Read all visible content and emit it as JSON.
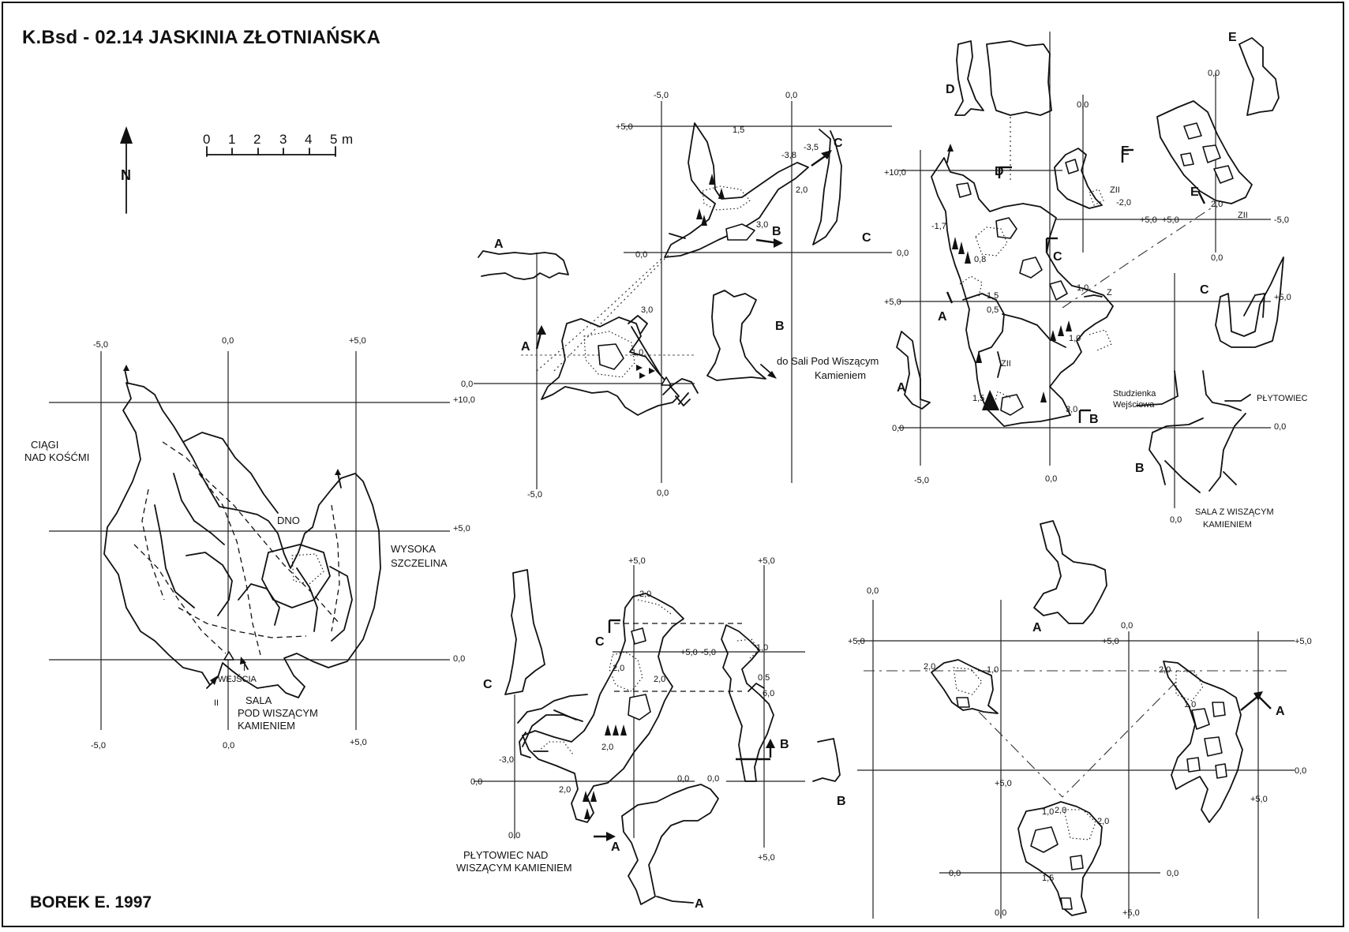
{
  "title": "K.Bsd - 02.14  JASKINIA ZŁOTNIAŃSKA",
  "author": "BOREK E. 1997",
  "north_arrow": {
    "letter": "N"
  },
  "scale_bar": {
    "ticks": [
      "0",
      "1",
      "2",
      "3",
      "4",
      "5"
    ],
    "unit": "m"
  },
  "overview_plan": {
    "grid_labels": {
      "top": [
        "-5,0",
        "0,0",
        "+5,0"
      ],
      "bottom": [
        "-5,0",
        "0,0",
        "+5,0"
      ],
      "right": [
        "+10,0",
        "+5,0",
        "0,0"
      ]
    },
    "place_names": {
      "ciagi_1": "CIĄGI",
      "ciagi_2": "NAD KOŚĆMI",
      "dno": "DNO",
      "wysoka_1": "WYSOKA",
      "wysoka_2": "SZCZELINA",
      "sala_1": "SALA",
      "sala_2": "POD WISZĄCYM",
      "sala_3": "KAMIENIEM",
      "entrance_1": "I",
      "entrance_label": "WEJŚCIA",
      "entrance_2": "II"
    }
  },
  "section_entrance": {
    "grid_labels": [
      "-5,0",
      "0,0",
      "+5,0",
      "0,0",
      "0,0",
      "-5,0",
      "0,0",
      "0,0"
    ],
    "depths": [
      "1,5",
      "-3,8",
      "-3,5",
      "2,0",
      "3,0",
      "3,0",
      "1,0"
    ],
    "section_letters": [
      "A",
      "B",
      "C",
      "A",
      "B",
      "C"
    ],
    "note_1": "do Sali Pod Wiszącym",
    "note_2": "Kamieniem"
  },
  "section_northeast": {
    "grid_labels": [
      "0,0",
      "0,0",
      "0,0",
      "+10,0",
      "+5,0",
      "+5,0",
      "+5,0",
      "-5,0",
      "0,0",
      "0,0",
      "-5,0",
      "0,0",
      "0,0",
      "+5,0"
    ],
    "depths": [
      "-1,7",
      "0,8",
      "1,5",
      "0,5",
      "1,0",
      "1,5",
      "1,0",
      "3,0",
      "-2,0",
      "2,0"
    ],
    "markers": [
      "ZII",
      "ZII",
      "Z",
      "ZII"
    ],
    "section_letters": [
      "D",
      "E",
      "D",
      "E",
      "E",
      "C",
      "A",
      "C",
      "A",
      "B",
      "B"
    ],
    "studzienka_1": "Studzienka",
    "studzienka_2": "Wejściowa",
    "plytowiec": "PŁYTOWIEC",
    "sala_1": "SALA Z WISZĄCYM",
    "sala_2": "KAMIENIEM"
  },
  "section_south": {
    "grid_labels": [
      "+5,0",
      "+5,0",
      "+5,0",
      "-5,0",
      "0,0",
      "0,0",
      "0,0",
      "0,0",
      "+5,0"
    ],
    "depths": [
      "2,0",
      "2,0",
      "2,0",
      "2,0",
      "-3,0",
      "2,0",
      "1,0",
      "0,5",
      "6,0"
    ],
    "section_letters": [
      "C",
      "C",
      "A",
      "A",
      "B",
      "B"
    ],
    "plytowiec_1": "PŁYTOWIEC NAD",
    "plytowiec_2": "WISZĄCYM KAMIENIEM"
  },
  "section_southeast": {
    "grid_labels": [
      "0,0",
      "+5,0",
      "0,0",
      "+5,0",
      "+5,0",
      "+5,0",
      "0,0",
      "0,0",
      "0,0",
      "0,0",
      "+5,0",
      "+5,0"
    ],
    "depths": [
      "2,0",
      "1,0",
      "2,0",
      "1,0",
      "2,0",
      "1,0",
      "2,0",
      "1,5"
    ],
    "section_letters": [
      "A",
      "A"
    ]
  }
}
